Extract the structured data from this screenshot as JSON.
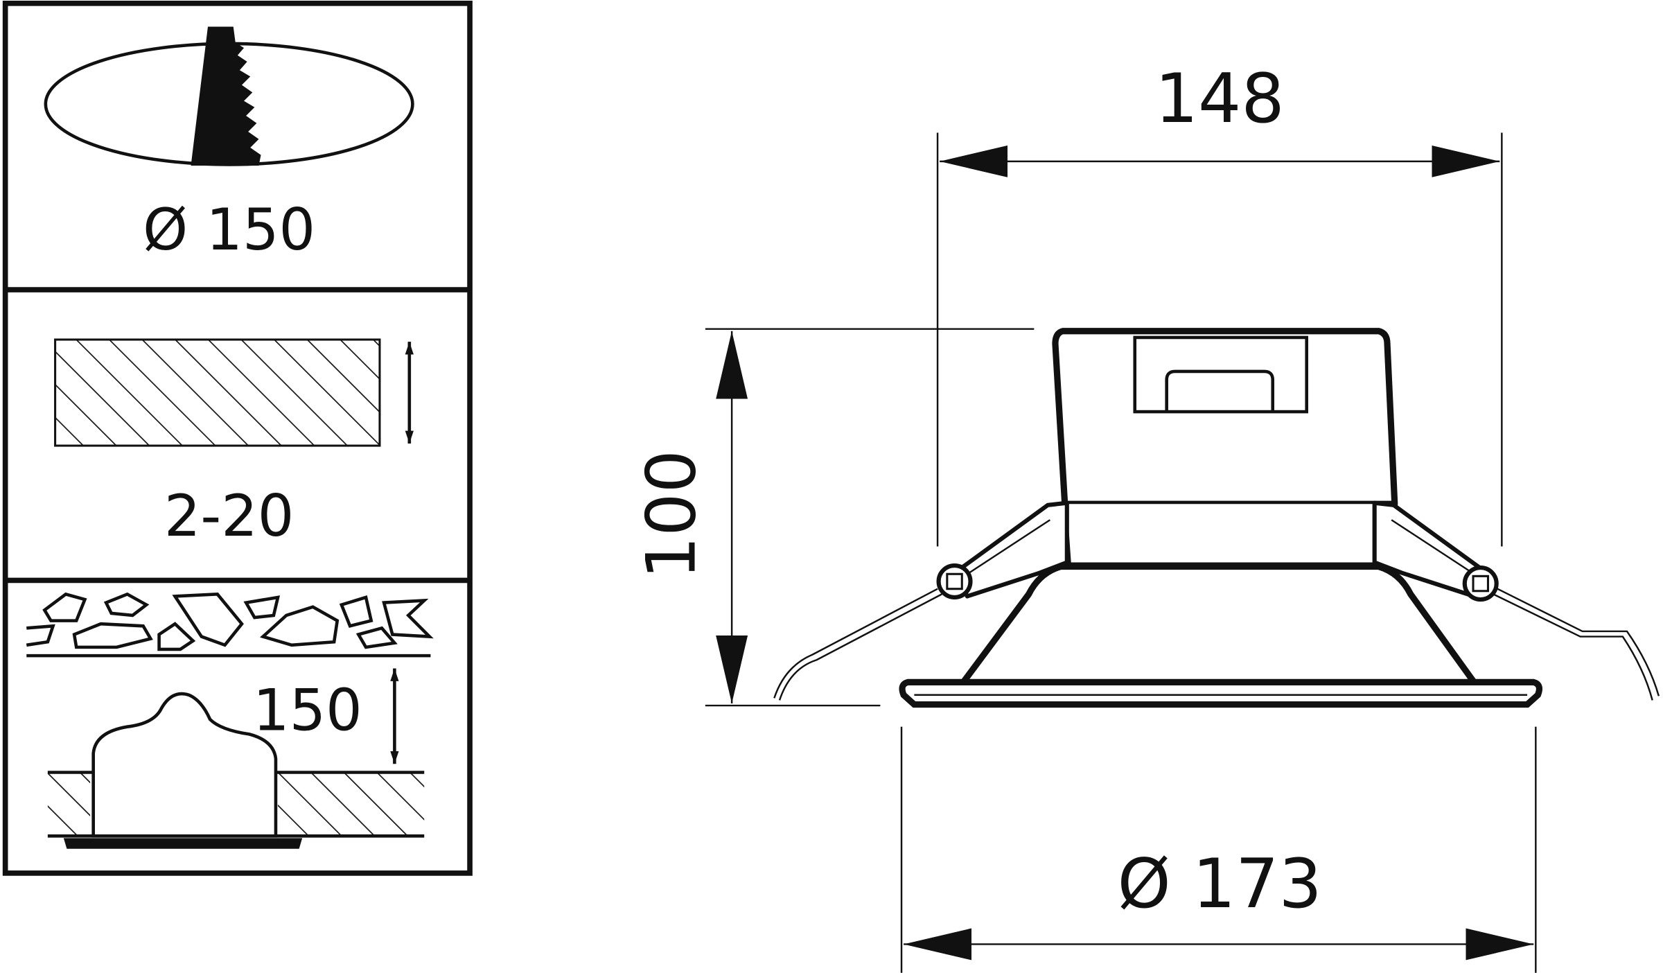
{
  "install_panel": {
    "cutout_label": "Ø 150",
    "ceiling_thickness_label": "2-20",
    "recess_depth_label": "150"
  },
  "dimensions": {
    "body_width": "148",
    "height": "100",
    "flange_diameter": "Ø 173"
  },
  "colors": {
    "line": "#111111",
    "background": "#ffffff"
  }
}
